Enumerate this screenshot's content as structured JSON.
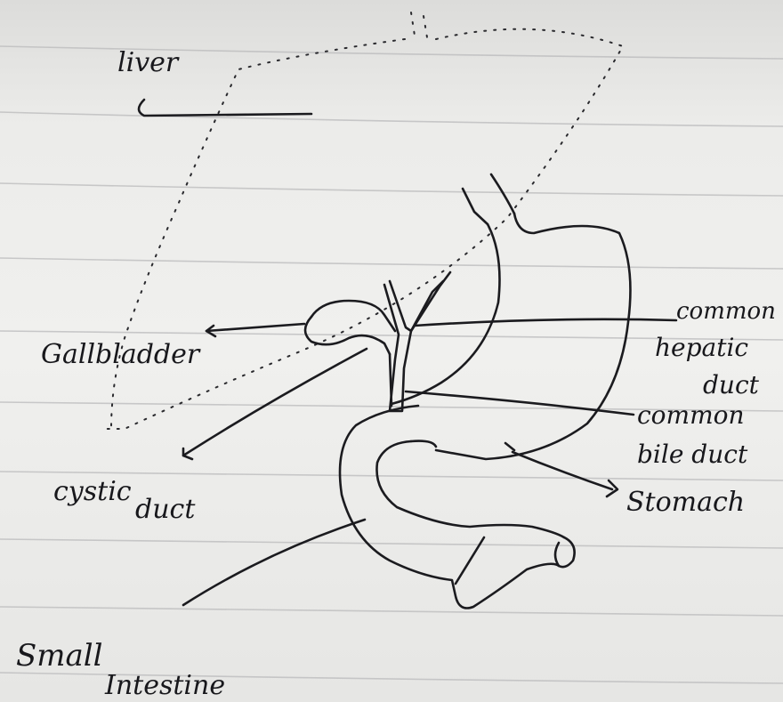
{
  "labels": {
    "liver": "liver",
    "gallbladder": "Gallbladder",
    "cystic_1": "cystic",
    "cystic_2": "duct",
    "common_hepatic_1": "common",
    "common_hepatic_2": "hepatic",
    "common_hepatic_3": "duct",
    "common_bile_1": "common",
    "common_bile_2": "bile duct",
    "stomach": "Stomach",
    "small_intestine_1": "Small",
    "small_intestine_2": "Intestine"
  }
}
